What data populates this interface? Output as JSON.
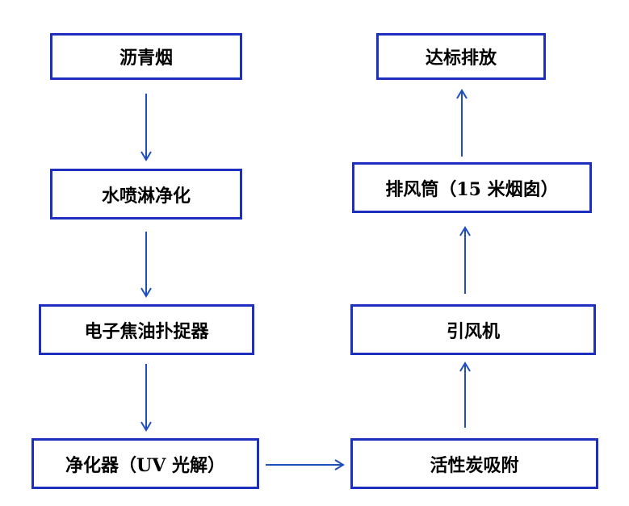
{
  "diagram": {
    "nodes": {
      "asphalt_smoke": "沥青烟",
      "water_spray": "水喷淋净化",
      "electro_tar_catcher": "电子焦油扑捉器",
      "uv_purifier": "净化器（UV 光解）",
      "activated_carbon": "活性炭吸附",
      "induced_fan": "引风机",
      "exhaust_stack": "排风筒（15 米烟囱）",
      "compliant_discharge": "达标排放"
    },
    "edges": [
      [
        "asphalt_smoke",
        "water_spray"
      ],
      [
        "water_spray",
        "electro_tar_catcher"
      ],
      [
        "electro_tar_catcher",
        "uv_purifier"
      ],
      [
        "uv_purifier",
        "activated_carbon"
      ],
      [
        "activated_carbon",
        "induced_fan"
      ],
      [
        "induced_fan",
        "exhaust_stack"
      ],
      [
        "exhaust_stack",
        "compliant_discharge"
      ]
    ]
  },
  "colors": {
    "border": "#1d2fbd",
    "arrow": "#1d4fbd",
    "text": "#000000",
    "background": "#ffffff"
  }
}
